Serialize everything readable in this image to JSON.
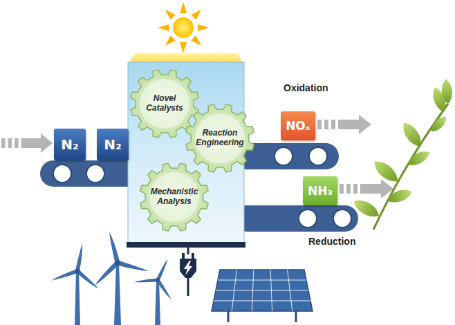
{
  "diagram": {
    "nodes": [
      {
        "text": [
          "N₂"
        ]
      },
      {
        "text": [
          "N₂"
        ]
      },
      {
        "text": [
          "Novel Catalysts"
        ]
      },
      {
        "text": [
          "Reaction Engineering"
        ]
      },
      {
        "text": [
          "Mechanistic Analysis"
        ]
      },
      {
        "text": [
          "NOₓ"
        ]
      },
      {
        "text": [
          "NH₃"
        ]
      }
    ],
    "labels": [
      "Oxidation",
      "Reduction"
    ]
  }
}
